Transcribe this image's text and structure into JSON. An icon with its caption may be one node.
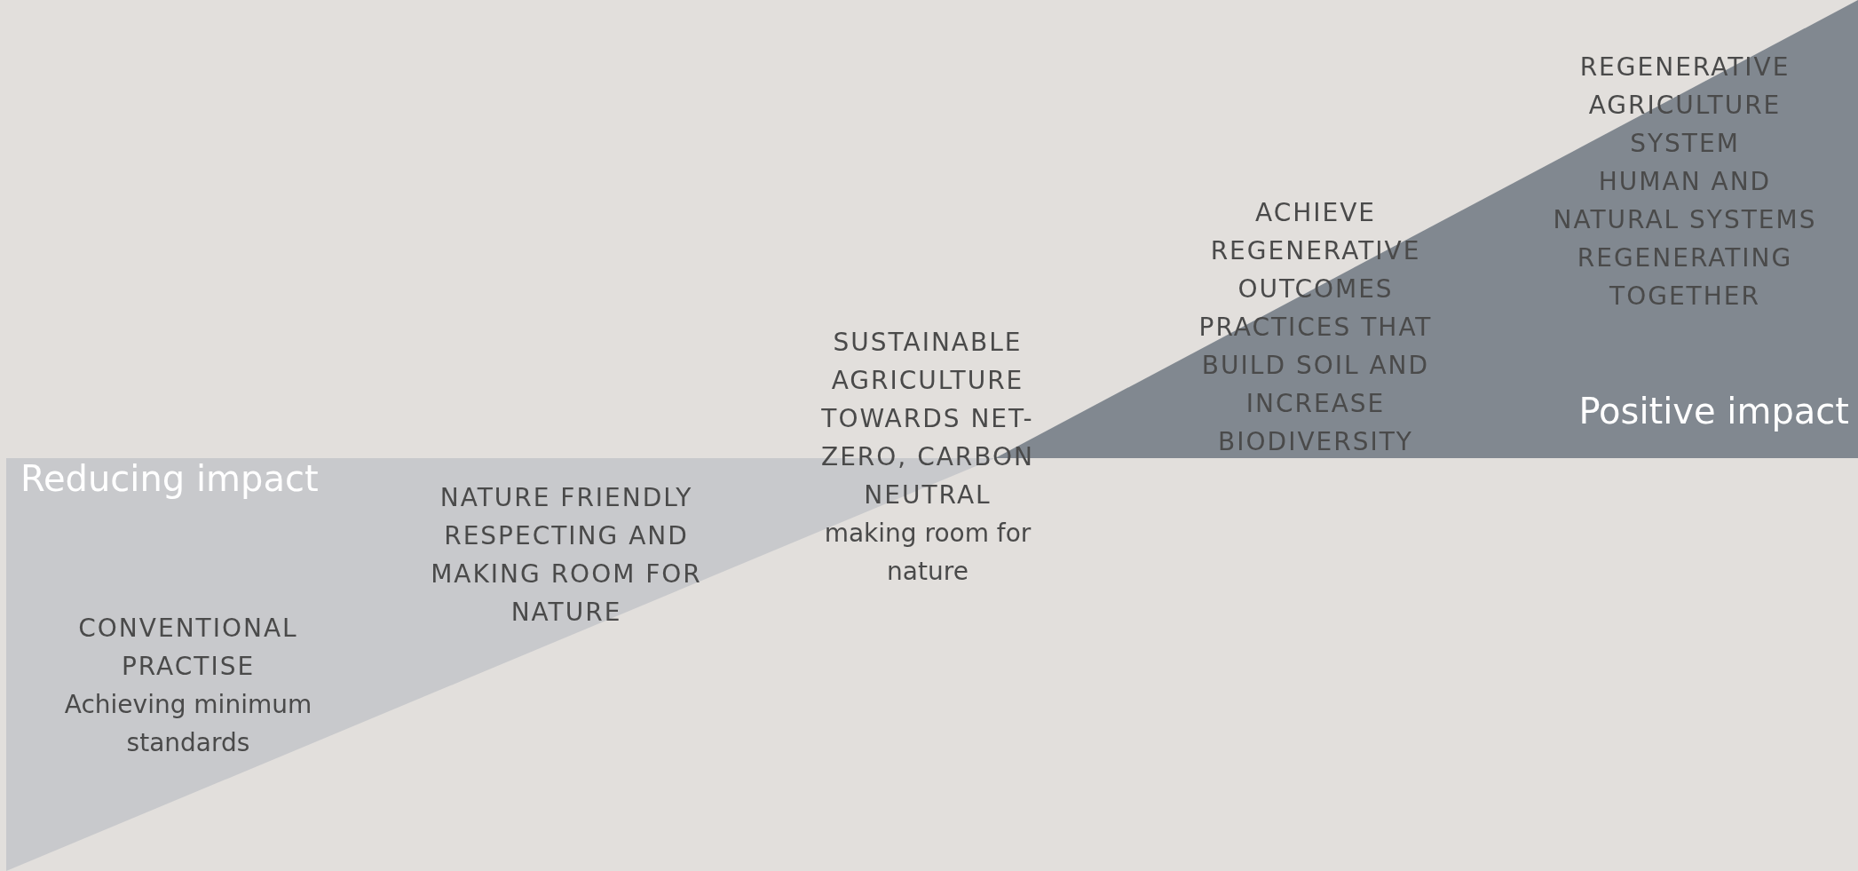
{
  "diagram": {
    "nodes": [
      {
        "text": [
          "Reducing impact"
        ]
      },
      {
        "text": [
          "Positive impact"
        ]
      }
    ],
    "labels": [
      "CONVENTIONAL PRACTISE",
      "Achieving minimum standards",
      "NATURE FRIENDLY",
      "RESPECTING AND MAKING ROOM FOR NATURE",
      "SUSTAINABLE AGRICULTURE",
      "TOWARDS NET-ZERO, CARBON NEUTRAL",
      "making room for nature",
      "ACHIEVE REGENERATIVE OUTCOMES",
      "PRACTICES THAT BUILD SOIL AND INCREASE BIODIVERSITY",
      "REGENERATIVE AGRICULTURE SYSTEM",
      "HUMAN AND NATURAL SYSTEMS REGENERATING TOGETHER"
    ]
  }
}
